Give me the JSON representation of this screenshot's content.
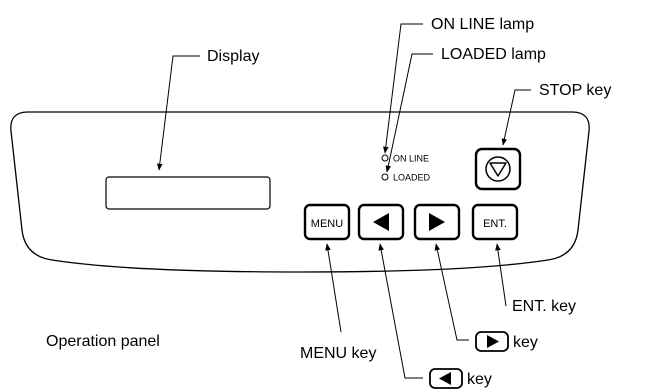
{
  "callouts": {
    "online_lamp": "ON LINE lamp",
    "loaded_lamp": "LOADED lamp",
    "display": "Display",
    "stop_key": "STOP key",
    "ent_key": "ENT. key",
    "right_key": "key",
    "menu_key": "MENU key",
    "left_key": "key",
    "panel": "Operation panel"
  },
  "panel": {
    "online_label": "ON LINE",
    "loaded_label": "LOADED",
    "menu_button": "MENU",
    "ent_button": "ENT."
  }
}
